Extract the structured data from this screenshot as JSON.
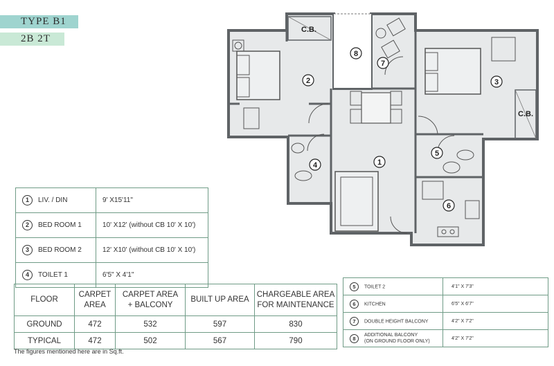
{
  "unit_type": "TYPE B1",
  "config": "2B 2T",
  "plan": {
    "labels": [
      "1",
      "2",
      "3",
      "4",
      "5",
      "6",
      "7",
      "8"
    ],
    "cb_label": "C.B."
  },
  "rooms_left": [
    {
      "num": "1",
      "name": "LIV. / DIN",
      "dim": "9' X15'11\""
    },
    {
      "num": "2",
      "name": "BED ROOM 1",
      "dim": "10' X12' (without CB 10' X 10')"
    },
    {
      "num": "3",
      "name": "BED ROOM 2",
      "dim": "12' X10' (without CB 10' X 10')"
    },
    {
      "num": "4",
      "name": "TOILET 1",
      "dim": "6'5\" X 4'1\""
    }
  ],
  "area_table": {
    "headers": [
      "FLOOR",
      "CARPET AREA",
      "CARPET AREA + BALCONY",
      "BUILT UP AREA",
      "CHARGEABLE AREA FOR MAINTENANCE"
    ],
    "headers_lines": [
      [
        "FLOOR"
      ],
      [
        "CARPET",
        "AREA"
      ],
      [
        "CARPET AREA",
        "+ BALCONY"
      ],
      [
        "BUILT UP AREA"
      ],
      [
        "CHARGEABLE AREA",
        "FOR MAINTENANCE"
      ]
    ],
    "rows": [
      [
        "GROUND",
        "472",
        "532",
        "597",
        "830"
      ],
      [
        "TYPICAL",
        "472",
        "502",
        "567",
        "790"
      ]
    ]
  },
  "rooms_right": [
    {
      "num": "5",
      "name": "TOILET 2",
      "dim": "4'1\" X 7'3\""
    },
    {
      "num": "6",
      "name": "KITCHEN",
      "dim": "6'5\" X 6'7\""
    },
    {
      "num": "7",
      "name": "DOUBLE HEIGHT BALCONY",
      "dim": "4'2\" X 7'2\""
    },
    {
      "num": "8",
      "name": "ADDITIONAL BALCONY",
      "name2": "(ON GROUND FLOOR ONLY)",
      "dim": "4'2\" X 7'2\""
    }
  ],
  "footnote": "The figures mentioned here are in Sq.ft."
}
